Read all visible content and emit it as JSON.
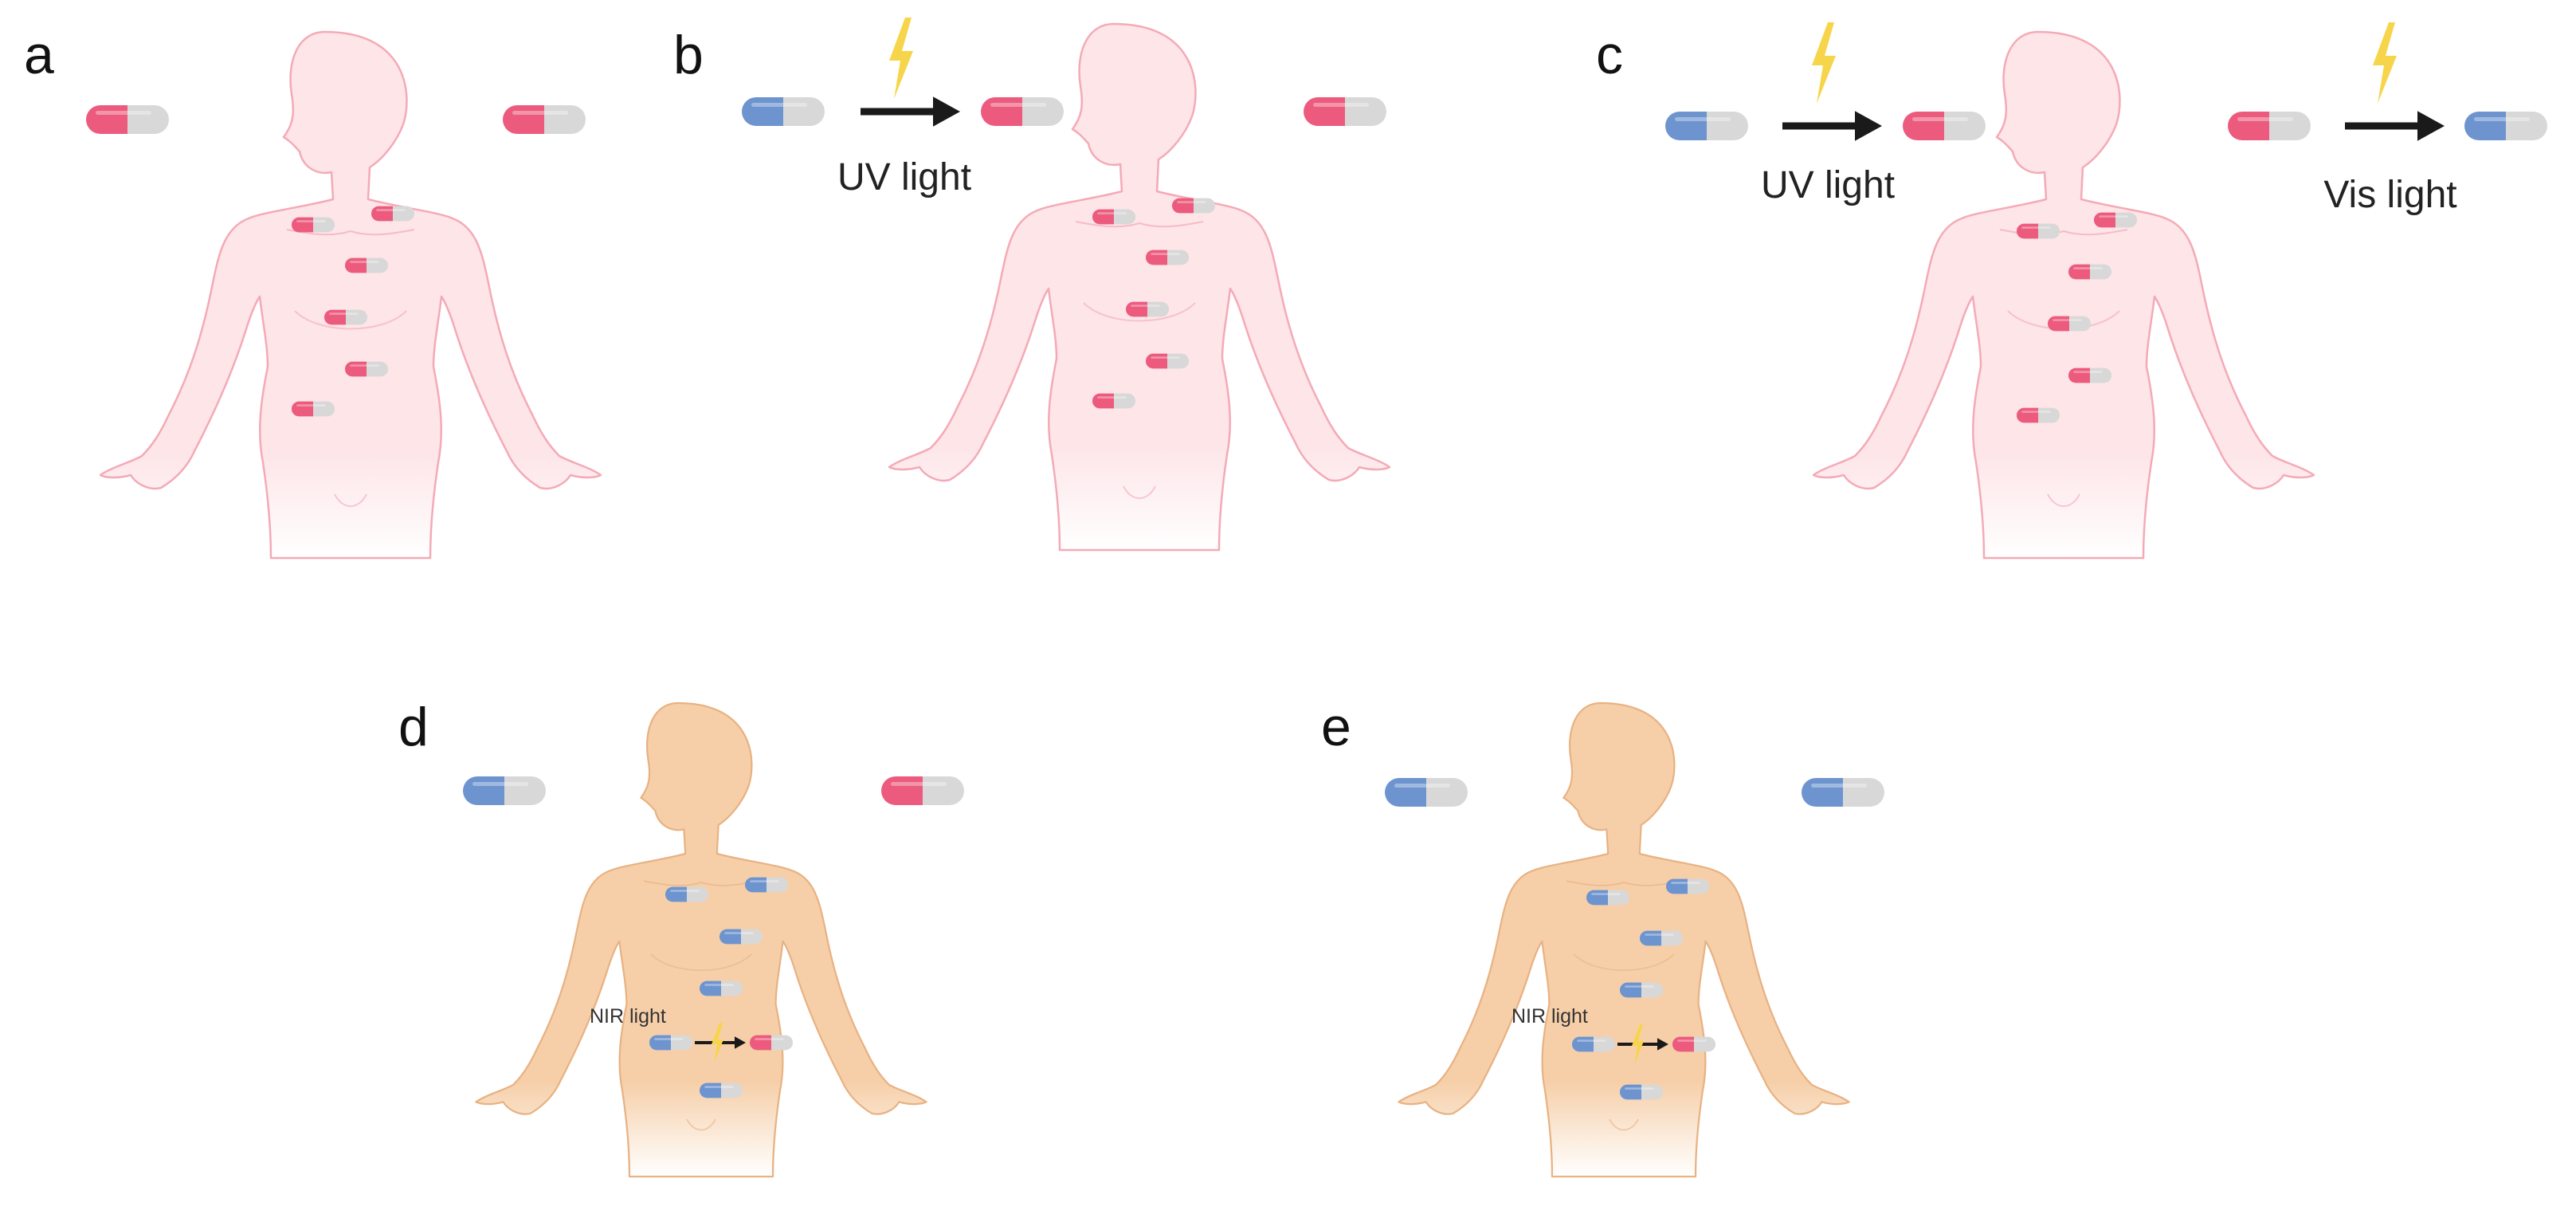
{
  "panels": [
    {
      "id": "a",
      "label": "a",
      "body_color": "#fde5e8",
      "body_stroke": "#f4aab6",
      "left_capsule": "pink",
      "right_capsule": "pink",
      "left_arrow": null,
      "right_arrow": null,
      "body_capsules": [
        "pink",
        "pink",
        "pink",
        "pink",
        "pink",
        "pink"
      ]
    },
    {
      "id": "b",
      "label": "b",
      "body_color": "#fde5e8",
      "body_stroke": "#f4aab6",
      "left_capsule": "blue",
      "right_capsule": "pink",
      "left_arrow": {
        "light": "UV light",
        "result": "pink"
      },
      "right_arrow": null,
      "body_capsules": [
        "pink",
        "pink",
        "pink",
        "pink",
        "pink",
        "pink"
      ]
    },
    {
      "id": "c",
      "label": "c",
      "body_color": "#fde5e8",
      "body_stroke": "#f4aab6",
      "left_capsule": "blue",
      "right_capsule": "pink",
      "left_arrow": {
        "light": "UV light",
        "result": "pink"
      },
      "right_arrow": {
        "light": "Vis light",
        "result": "blue"
      },
      "body_capsules": [
        "pink",
        "pink",
        "pink",
        "pink",
        "pink",
        "pink"
      ]
    },
    {
      "id": "d",
      "label": "d",
      "body_color": "#f6cfa9",
      "body_stroke": "#e8b283",
      "left_capsule": "blue",
      "right_capsule": "pink",
      "nir_label": "NIR light",
      "nir_result": "pink",
      "body_capsules": [
        "blue",
        "blue",
        "blue",
        "blue",
        "blue"
      ]
    },
    {
      "id": "e",
      "label": "e",
      "body_color": "#f6cfa9",
      "body_stroke": "#e8b283",
      "left_capsule": "blue",
      "right_capsule": "blue",
      "nir_label": "NIR light",
      "nir_result": "pink",
      "body_capsules": [
        "blue",
        "blue",
        "blue",
        "blue",
        "blue"
      ]
    }
  ],
  "colors": {
    "pink": "#ec5b7d",
    "blue": "#6d94cf",
    "capsule_grey": "#d8d8d8",
    "bolt": "#f7d54a",
    "arrow": "#1a1a1a"
  },
  "icons": {
    "capsule": "capsule-icon",
    "bolt": "lightning-bolt-icon",
    "arrow": "right-arrow-icon",
    "figure": "human-figure-icon"
  }
}
